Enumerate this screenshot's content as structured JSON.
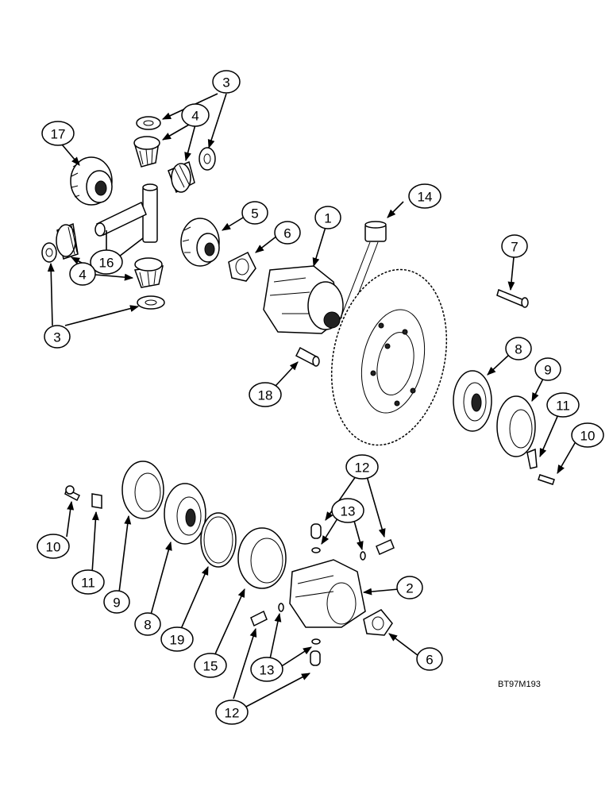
{
  "callouts": {
    "c3a": "3",
    "c4a": "4",
    "c17": "17",
    "c14": "14",
    "c5": "5",
    "c1": "1",
    "c6a": "6",
    "c7": "7",
    "c16": "16",
    "c4b": "4",
    "c3b": "3",
    "c18": "18",
    "c8a": "8",
    "c9a": "9",
    "c11a": "11",
    "c10a": "10",
    "c12a": "12",
    "c13a": "13",
    "c10b": "10",
    "c11b": "11",
    "c9b": "9",
    "c8b": "8",
    "c19": "19",
    "c15": "15",
    "c2": "2",
    "c6b": "6",
    "c13b": "13",
    "c12b": "12"
  },
  "reference_code": "BT97M193"
}
